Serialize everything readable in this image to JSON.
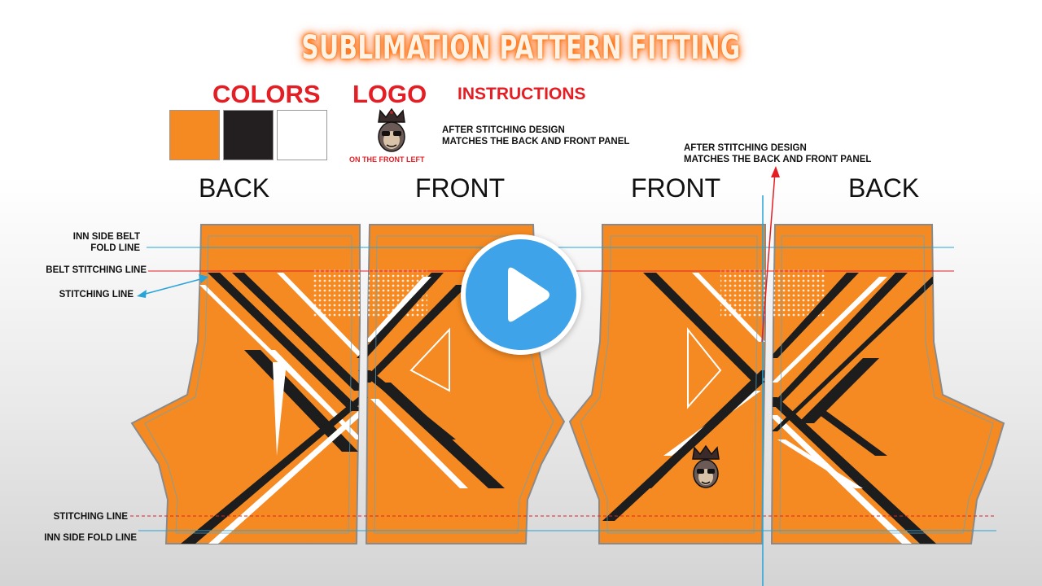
{
  "title": "SUBLIMATION PATTERN FITTING",
  "headers": {
    "colors": "COLORS",
    "logo": "LOGO",
    "instructions": "INSTRUCTIONS"
  },
  "swatches": [
    "#f58a22",
    "#231f20",
    "#ffffff"
  ],
  "logo_caption": "ON THE FRONT LEFT",
  "instruction_note_1": [
    "AFTER STITCHING DESIGN",
    "MATCHES THE BACK AND FRONT PANEL"
  ],
  "instruction_note_2": [
    "AFTER STITCHING DESIGN",
    "MATCHES THE BACK AND FRONT PANEL"
  ],
  "panel_labels": [
    "BACK",
    "FRONT",
    "FRONT",
    "BACK"
  ],
  "side_labels": {
    "belt_fold": [
      "INN SIDE BELT",
      "FOLD LINE"
    ],
    "belt_stitching": "BELT STITCHING LINE",
    "stitching_top": "STITCHING LINE",
    "stitching_bottom": "STITCHING LINE",
    "inn_side_fold": "INN SIDE FOLD LINE"
  },
  "colors": {
    "panel_orange": "#f58a22",
    "black": "#1d1d1d",
    "accent_red": "#e31e24",
    "guide_blue": "#27a4d8",
    "play_blue": "#3ea3e8"
  },
  "icons": {
    "logo": "crowned-monkey-logo",
    "play": "play-icon"
  }
}
